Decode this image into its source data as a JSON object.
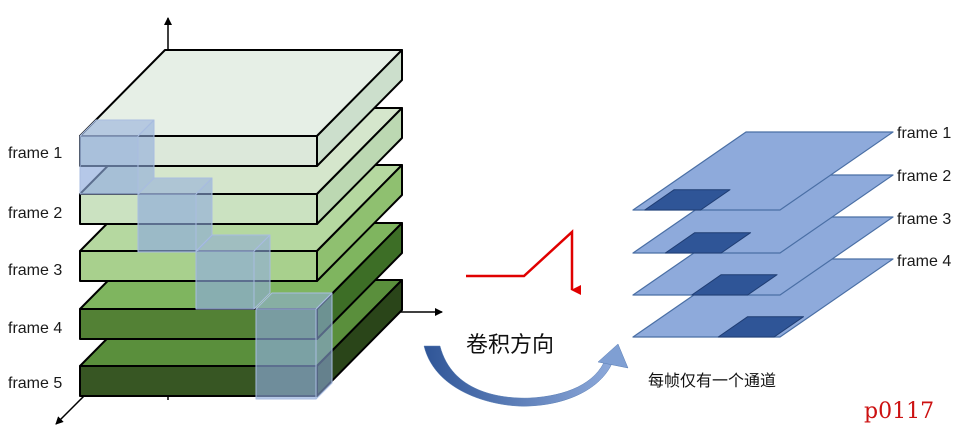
{
  "left_stack": {
    "labels": [
      "frame 1",
      "frame 2",
      "frame 3",
      "frame 4",
      "frame 5"
    ],
    "layer_colors": [
      {
        "top": "#e6efe6",
        "front": "#dce8da",
        "side": "#ccdfcc"
      },
      {
        "top": "#d5e6cc",
        "front": "#cbe2c1",
        "side": "#bcd8b2"
      },
      {
        "top": "#b5d8a0",
        "front": "#a8d08d",
        "side": "#8fc070"
      },
      {
        "top": "#7fb55f",
        "front": "#538135",
        "side": "#3d6e26"
      },
      {
        "top": "#5a8f3c",
        "front": "#375623",
        "side": "#2a4519"
      }
    ],
    "kernel_color": "#8eaadb"
  },
  "convolution": {
    "label": "卷积方向",
    "arrow_color": "#4a6fa5",
    "zigzag_color": "#e00000"
  },
  "right_stack": {
    "labels": [
      "frame 1",
      "frame 2",
      "frame 3",
      "frame 4"
    ],
    "caption": "每帧仅有一个通道",
    "plane_color": "#8eaadb",
    "patch_color": "#2f5597"
  },
  "watermark": "p0117"
}
